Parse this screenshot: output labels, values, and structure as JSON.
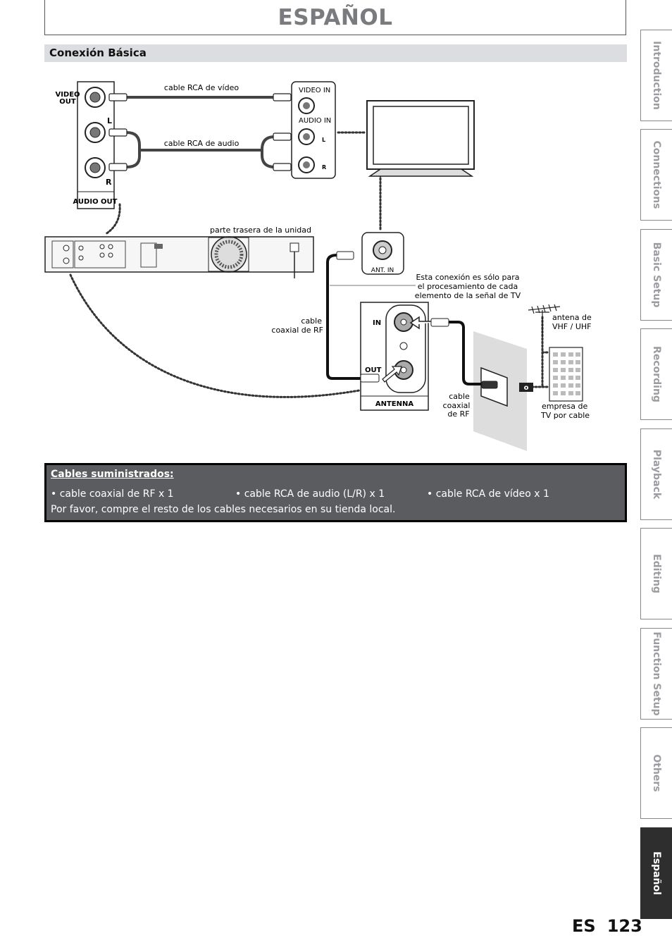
{
  "page": {
    "title": "ESPAÑOL",
    "section_title": "Conexión Básica",
    "lang_code": "ES",
    "page_number": "123"
  },
  "tabs": [
    {
      "label": "Introduction",
      "active": false
    },
    {
      "label": "Connections",
      "active": false
    },
    {
      "label": "Basic Setup",
      "active": false
    },
    {
      "label": "Recording",
      "active": false
    },
    {
      "label": "Playback",
      "active": false
    },
    {
      "label": "Editing",
      "active": false
    },
    {
      "label": "Function Setup",
      "active": false
    },
    {
      "label": "Others",
      "active": false
    },
    {
      "label": "Español",
      "active": true
    }
  ],
  "diagram": {
    "video_out": [
      "VIDEO",
      "OUT"
    ],
    "audio_out": "AUDIO OUT",
    "label_l": "L",
    "label_r": "R",
    "video_in": "VIDEO IN",
    "audio_in": "AUDIO IN",
    "cable_rca_video": "cable RCA de vídeo",
    "cable_rca_audio": "cable RCA de audio",
    "rear_unit": "parte trasera de la unidad",
    "ant_in": "ANT. IN",
    "note": [
      "Esta conexión es sólo para",
      "el procesamiento de cada",
      "elemento de la señal de TV"
    ],
    "coax_cable": [
      "cable",
      "coaxial de RF"
    ],
    "in_label": "IN",
    "out_label": "OUT",
    "antenna_label": "ANTENNA",
    "antenna_vhf": [
      "antena de",
      "VHF / UHF"
    ],
    "or_label": "o",
    "coax_cable_wall": [
      "cable",
      "coaxial",
      "de RF"
    ],
    "cable_company": [
      "empresa de",
      "TV por cable"
    ]
  },
  "cables": {
    "title": "Cables suministrados:",
    "items": [
      "• cable coaxial de RF x 1",
      "• cable RCA de audio (L/R) x 1",
      "• cable RCA de vídeo x 1"
    ],
    "note": "Por favor, compre el resto de los cables necesarios en su tienda local."
  },
  "colors": {
    "title_gray": "#7a7b7e",
    "section_bg": "#dcdde0",
    "box_bg": "#5b5c5f",
    "active_tab": "#2e2e2e"
  }
}
